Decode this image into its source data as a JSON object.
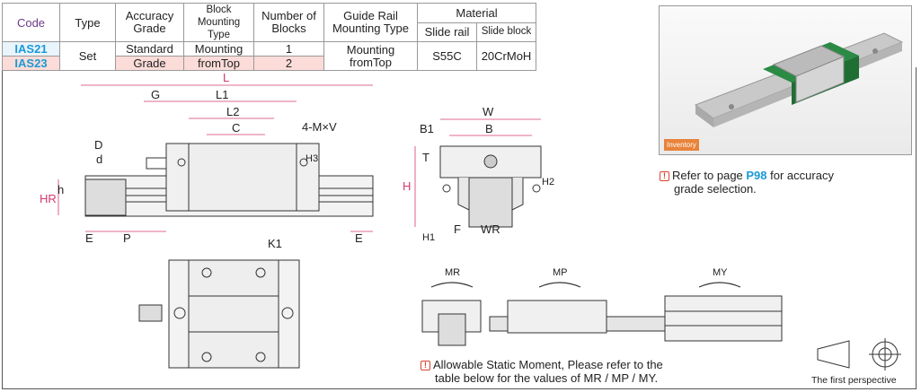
{
  "table": {
    "headers": {
      "code": "Code",
      "type": "Type",
      "accuracy": "Accuracy Grade",
      "block_mounting": "Block Mounting Type",
      "number_blocks": "Number of Blocks",
      "guide_mounting": "Guide Rail Mounting Type",
      "material": "Material",
      "slide_rail": "Slide rail",
      "slide_block": "Slide block"
    },
    "accuracy_line1": "Accuracy",
    "accuracy_line2": "Grade",
    "number_line1": "Number of",
    "number_line2": "Blocks",
    "guide_line1": "Guide Rail",
    "guide_line2": "Mounting Type",
    "block_line1": "Block",
    "block_line2": "Mounting Type",
    "rows": [
      {
        "code": "IAS21",
        "type": "Set",
        "accuracy": "Standard",
        "mounting": "Mounting",
        "blocks": "1",
        "guide": "Mounting",
        "rail": "S55C",
        "block": "20CrMoH"
      },
      {
        "code": "IAS23",
        "accuracy": "Grade",
        "mounting": "fromTop",
        "blocks": "2",
        "guide": "fromTop"
      }
    ]
  },
  "photo": {
    "badge": "Inventory"
  },
  "notes": {
    "accuracy_pre": "Refer to page ",
    "accuracy_page": "P98",
    "accuracy_post": " for accuracy",
    "accuracy_line2": "grade selection.",
    "moment_line1": "Allowable Static Moment, Please refer to the",
    "moment_line2": "table below for the values of MR / MP / MY.",
    "first_perspective": "The first perspective"
  },
  "dims": {
    "L": "L",
    "L1": "L1",
    "L2": "L2",
    "G": "G",
    "C": "C",
    "MxV": "4-M×V",
    "D": "D",
    "d": "d",
    "h": "h",
    "HR": "HR",
    "H3": "H3",
    "E": "E",
    "P": "P",
    "K1": "K1",
    "W": "W",
    "B1": "B1",
    "B": "B",
    "T": "T",
    "H": "H",
    "H2": "H2",
    "H1": "H1",
    "F": "F",
    "WR": "WR",
    "MR": "MR",
    "MP": "MP",
    "MY": "MY"
  },
  "colors": {
    "accent_blue": "#1a9ad6",
    "warning_red": "#d8432e",
    "dim_line": "#d33a6b",
    "block_green": "#2b8b45"
  }
}
